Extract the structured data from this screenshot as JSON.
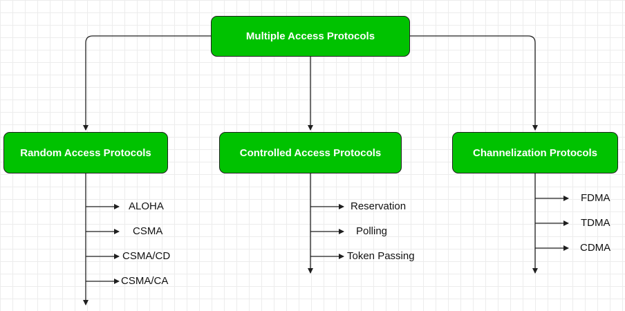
{
  "root": {
    "label": "Multiple Access Protocols"
  },
  "categories": [
    {
      "label": "Random Access Protocols",
      "items": [
        "ALOHA",
        "CSMA",
        "CSMA/CD",
        "CSMA/CA"
      ]
    },
    {
      "label": "Controlled Access Protocols",
      "items": [
        "Reservation",
        "Polling",
        "Token Passing"
      ]
    },
    {
      "label": "Channelization Protocols",
      "items": [
        "FDMA",
        "TDMA",
        "CDMA"
      ]
    }
  ],
  "colors": {
    "box_fill": "#00c200",
    "box_text": "#ffffff",
    "line": "#1f1f1f",
    "grid": "#ececec"
  }
}
